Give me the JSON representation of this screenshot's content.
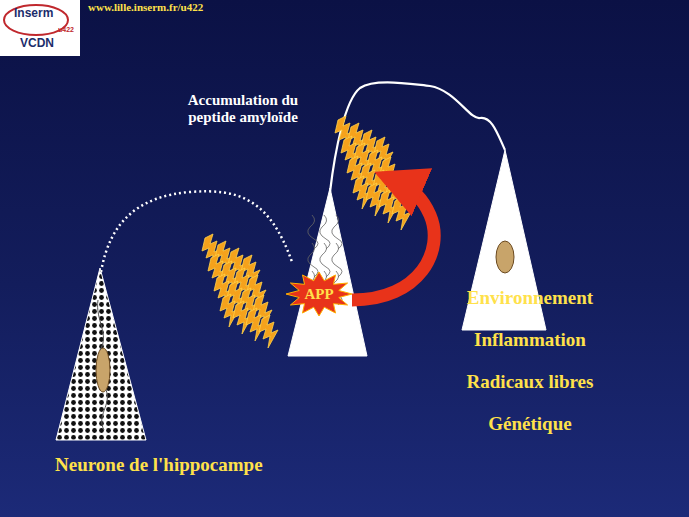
{
  "diagram": {
    "nodes": [
      {
        "text": [
          "Inserm",
          "u422",
          "VCDN"
        ]
      },
      {
        "text": [
          "APP"
        ]
      }
    ],
    "labels": [
      "www.lille.inserm.fr/u422",
      "Accumulation du peptide amyloïde",
      "Environnement",
      "Inflammation",
      "Radicaux libres",
      "Génétique",
      "Neurone de l'hippocampe"
    ]
  }
}
